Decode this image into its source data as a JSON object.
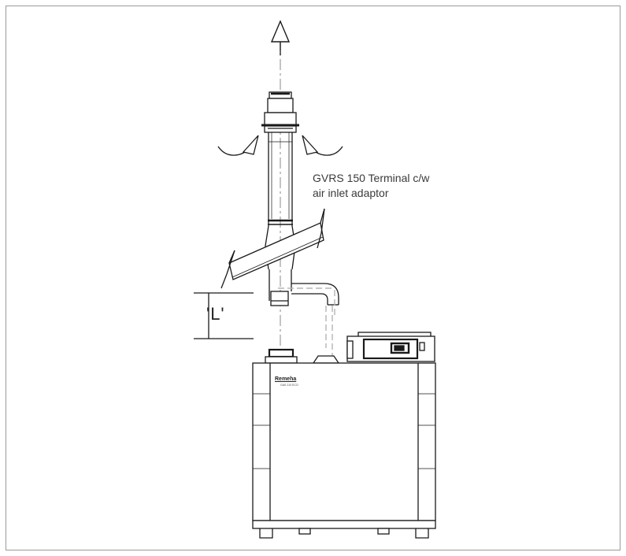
{
  "callout": {
    "line1": "GVRS 150 Terminal c/w",
    "line2": "air inlet adaptor"
  },
  "dimension": {
    "label": "'L'"
  },
  "boiler": {
    "brand": "Remeha",
    "model": "GAS 210 ECO"
  },
  "colors": {
    "line": "#1a1a1a",
    "centerline": "#b5b5b5",
    "frame": "#9a9a9a"
  }
}
